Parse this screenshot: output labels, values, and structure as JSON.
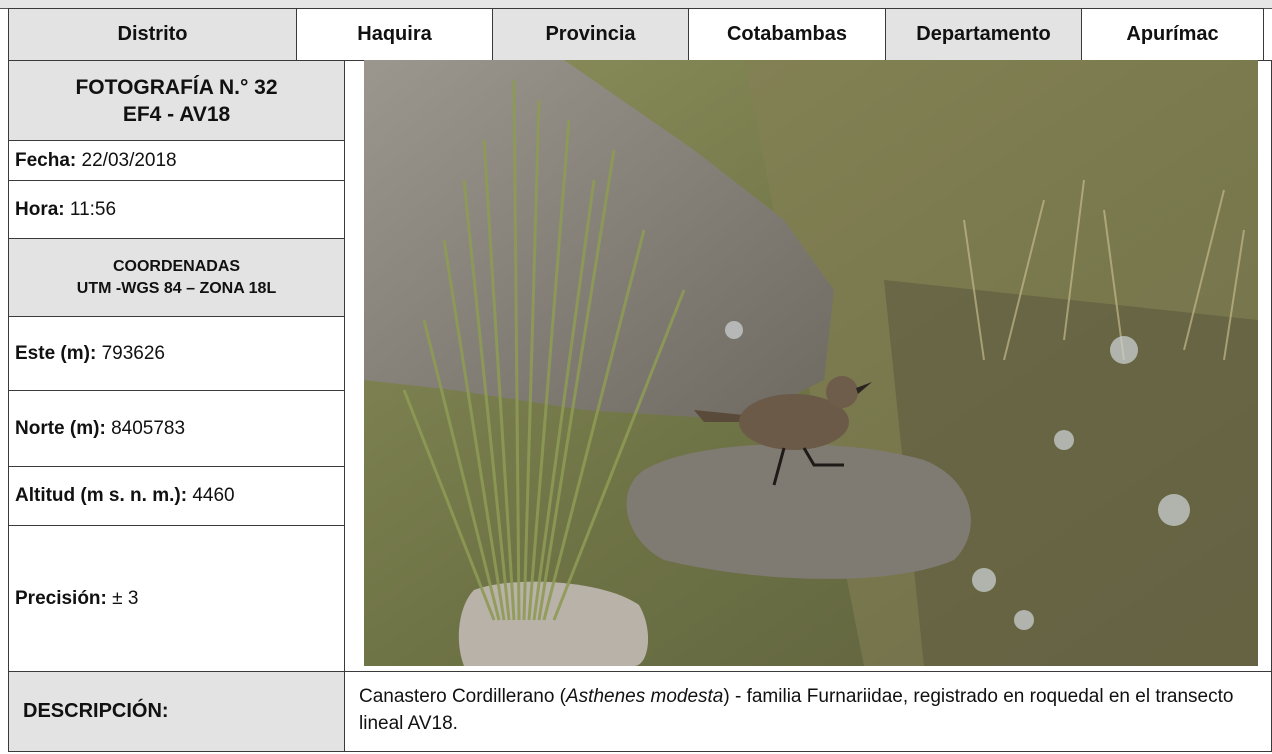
{
  "header": {
    "distrito_label": "Distrito",
    "distrito_value": "Haquira",
    "provincia_label": "Provincia",
    "provincia_value": "Cotabambas",
    "departamento_label": "Departamento",
    "departamento_value": "Apurímac"
  },
  "photo_title": {
    "line1": "FOTOGRAFÍA N.° 32",
    "line2": "EF4 - AV18"
  },
  "fecha": {
    "label": "Fecha:",
    "value": "22/03/2018"
  },
  "hora": {
    "label": "Hora:",
    "value": "11:56"
  },
  "coordenadas": {
    "line1": "COORDENADAS",
    "line2": "UTM -WGS 84 – ZONA 18L"
  },
  "este": {
    "label": "Este (m):",
    "value": "793626"
  },
  "norte": {
    "label": "Norte (m):",
    "value": "8405783"
  },
  "altitud": {
    "label": "Altitud (m s. n. m.):",
    "value": "4460"
  },
  "precision": {
    "label": "Precisión:",
    "value": "± 3"
  },
  "descripcion": {
    "label": "DESCRIPCIÓN:",
    "text_before": "Canastero Cordillerano (",
    "species": "Asthenes modesta",
    "text_after": ") - familia Furnariidae, registrado en roquedal en el transecto lineal AV18."
  },
  "colors": {
    "header_shade": "#e3e3e3",
    "border": "#3a3a3a",
    "rock": "#8f8a80",
    "grass": "#7d8a4a",
    "bird": "#6b5a47"
  }
}
